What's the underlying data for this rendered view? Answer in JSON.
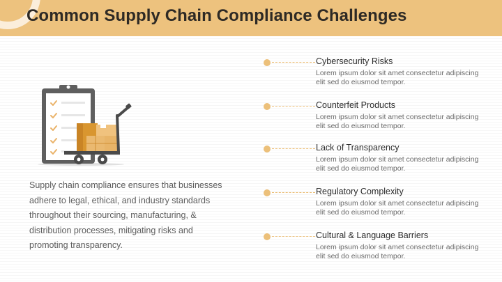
{
  "header": {
    "title": "Common Supply Chain Compliance Challenges"
  },
  "description": "Supply chain compliance ensures that businesses adhere to legal, ethical, and industry standards throughout their sourcing, manufacturing, & distribution processes, mitigating risks and promoting transparency.",
  "illustration": {
    "icon": "clipboard-with-boxes-hand-truck-icon"
  },
  "colors": {
    "accent": "#edc27e",
    "dot": "#ecc07a",
    "title_text": "#2e2a25",
    "body_text": "#5d5d5d"
  },
  "challenges": [
    {
      "title": "Cybersecurity Risks",
      "desc": "Lorem ipsum dolor sit amet consectetur adipiscing elit sed do eiusmod tempor."
    },
    {
      "title": "Counterfeit Products",
      "desc": "Lorem ipsum dolor sit amet consectetur adipiscing elit sed do eiusmod tempor."
    },
    {
      "title": "Lack of Transparency",
      "desc": "Lorem ipsum dolor sit amet consectetur adipiscing elit sed do eiusmod tempor."
    },
    {
      "title": "Regulatory Complexity",
      "desc": "Lorem ipsum dolor sit amet consectetur adipiscing elit sed do eiusmod tempor."
    },
    {
      "title": "Cultural & Language Barriers",
      "desc": "Lorem ipsum dolor sit amet consectetur adipiscing elit sed do eiusmod tempor."
    }
  ]
}
